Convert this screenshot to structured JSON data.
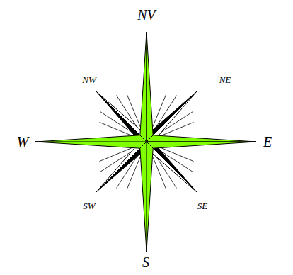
{
  "diagram": {
    "labels": [
      "NV",
      "NW",
      "NE",
      "W",
      "E",
      "SW",
      "SE",
      "S"
    ]
  }
}
